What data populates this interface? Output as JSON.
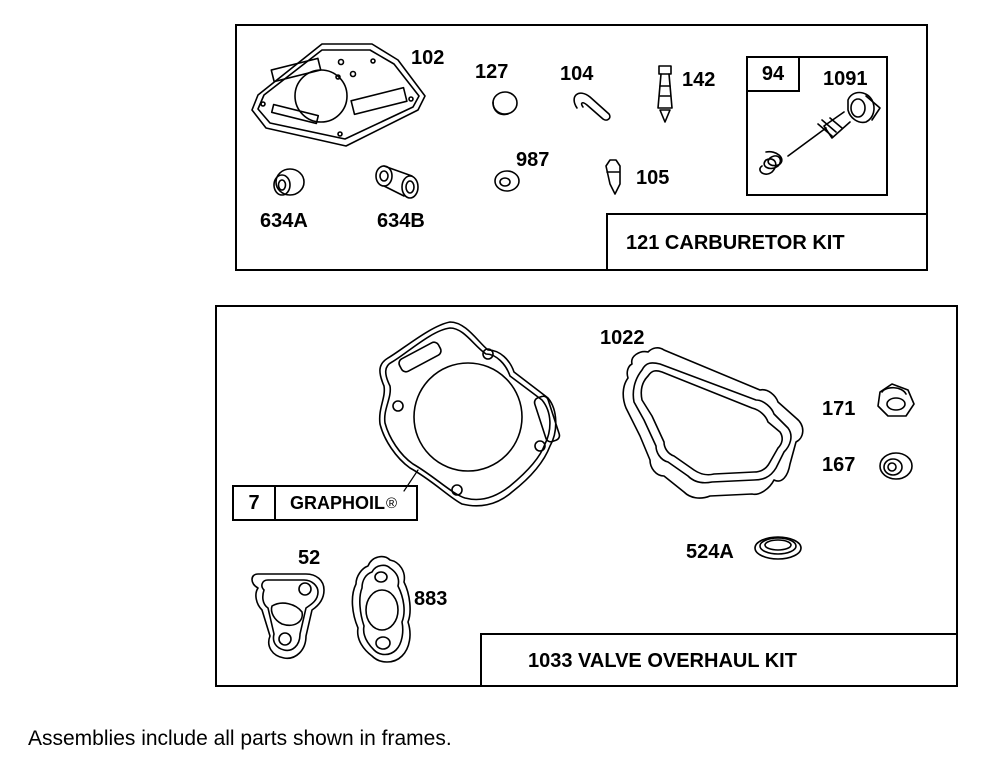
{
  "carb_kit": {
    "label": "121 CARBURETOR KIT",
    "parts": {
      "p102": "102",
      "p127": "127",
      "p104": "104",
      "p142": "142",
      "p634a": "634A",
      "p634b": "634B",
      "p987": "987",
      "p105": "105",
      "p1091": "1091"
    },
    "subkit_number": "94"
  },
  "valve_kit": {
    "label": "1033 VALVE OVERHAUL KIT",
    "parts": {
      "p1022": "1022",
      "p171": "171",
      "p167": "167",
      "p524a": "524A",
      "p52": "52",
      "p883": "883"
    },
    "graphoil": {
      "number": "7",
      "name": "GRAPHOIL",
      "mark": "®"
    }
  },
  "footnote": "Assemblies include all parts shown in frames."
}
